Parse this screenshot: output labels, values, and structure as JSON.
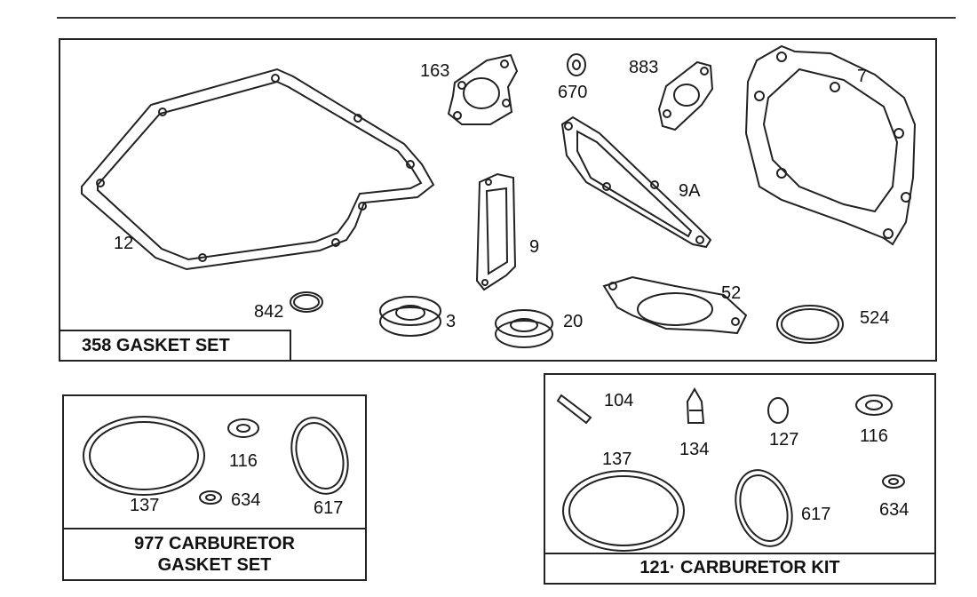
{
  "panels": {
    "gasket_set": {
      "title": "358 GASKET SET",
      "parts": [
        "12",
        "163",
        "670",
        "883",
        "7",
        "9A",
        "9",
        "842",
        "3",
        "20",
        "52",
        "524"
      ]
    },
    "carb_gasket_set": {
      "title_line1": "977 CARBURETOR",
      "title_line2": "GASKET SET",
      "parts": [
        "116",
        "137",
        "634",
        "617"
      ]
    },
    "carb_kit": {
      "title": "121· CARBURETOR KIT",
      "parts": [
        "104",
        "134",
        "127",
        "116",
        "137",
        "617",
        "634"
      ]
    }
  }
}
